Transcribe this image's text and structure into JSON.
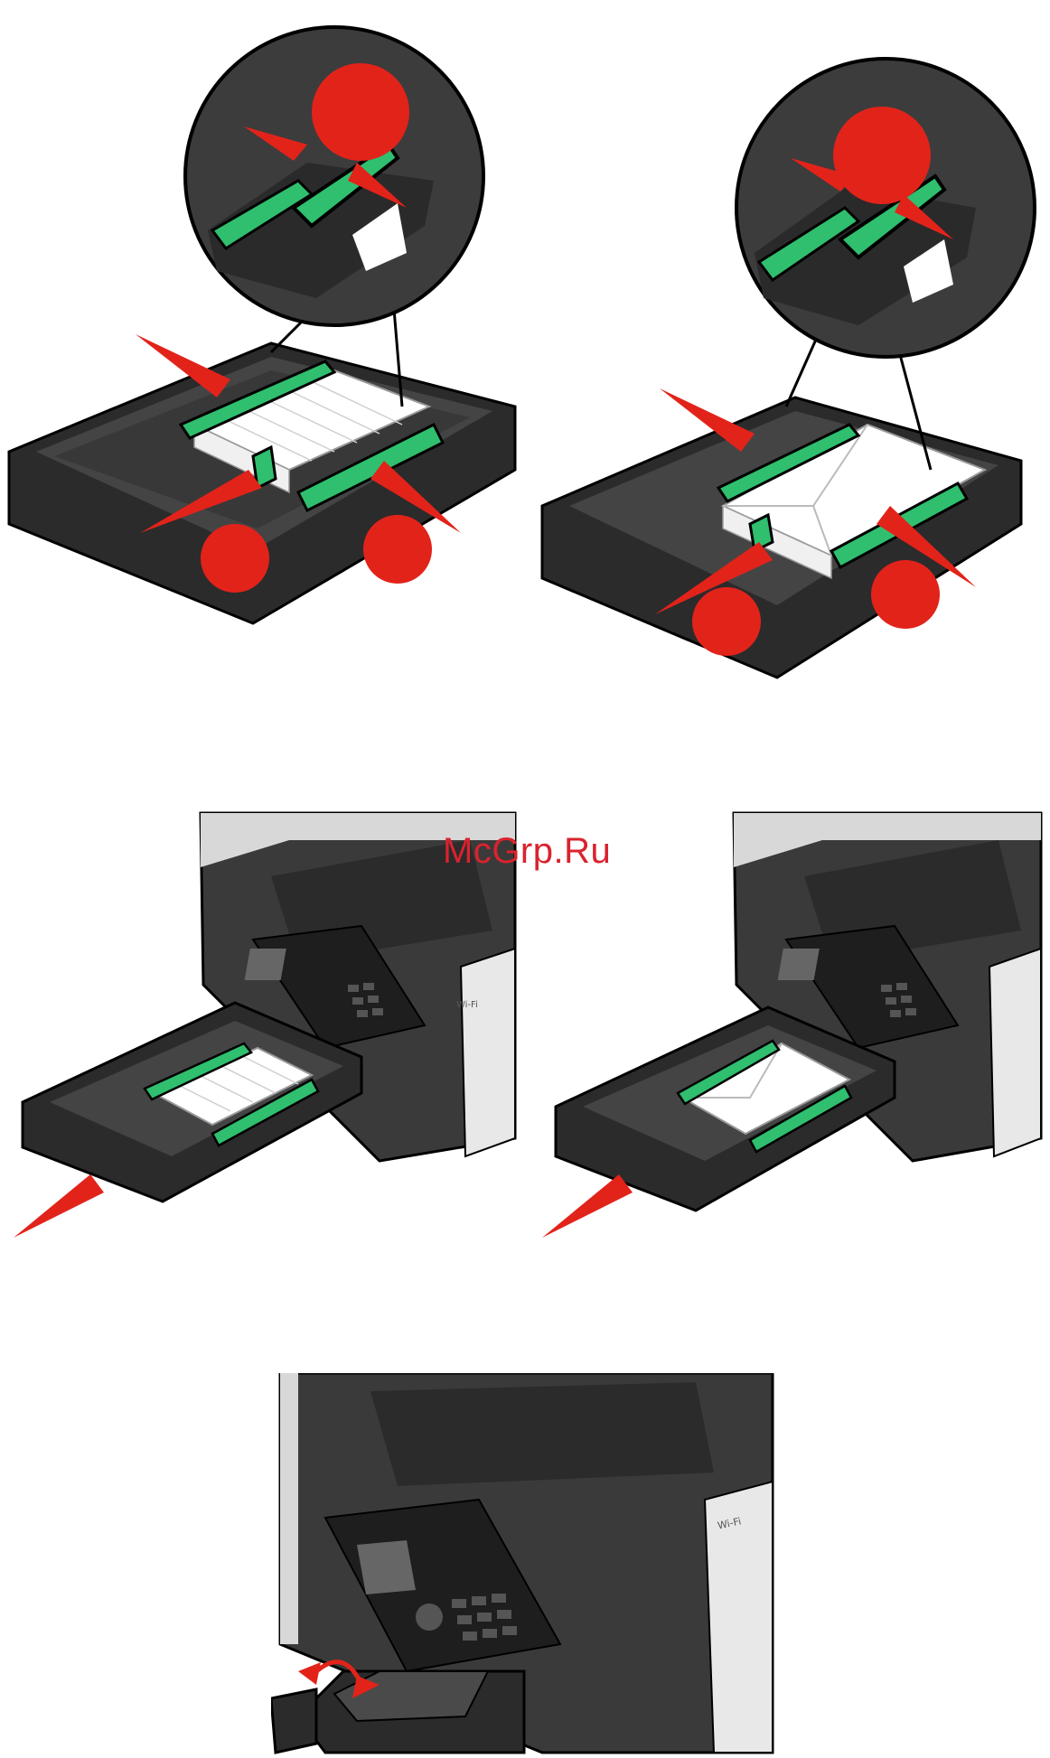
{
  "watermark": "McGrp.Ru",
  "figures": [
    {
      "name": "tray-paper-guides",
      "content": "letter-paper"
    },
    {
      "name": "tray-envelope-guides",
      "content": "envelopes"
    },
    {
      "name": "insert-tray-paper",
      "content": "letter-paper"
    },
    {
      "name": "insert-tray-envelopes",
      "content": "envelopes"
    },
    {
      "name": "extend-output-stop",
      "content": "output-tray"
    }
  ],
  "step_badges": [
    "",
    "",
    ""
  ],
  "wifi_text": "Wi-Fi",
  "colors": {
    "accent_red": "#e2231a",
    "guide_green": "#2fbf6f",
    "printer_dark": "#3a3a3a",
    "paper_white": "#ffffff"
  }
}
